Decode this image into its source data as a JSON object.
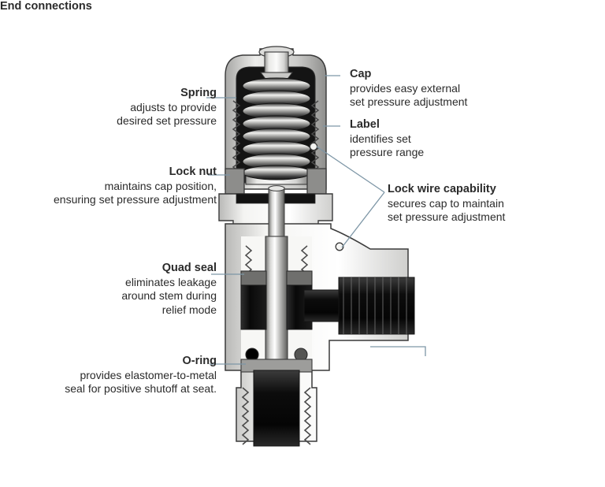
{
  "figure": {
    "subject": "relief-valve-cross-section",
    "background_color": "#ffffff",
    "leader_line_color": "#7d96a6",
    "text_color": "#2b2b2b"
  },
  "callouts": {
    "spring": {
      "title": "Spring",
      "description": "adjusts to provide\ndesired set pressure",
      "align": "right"
    },
    "lock_nut": {
      "title": "Lock nut",
      "description": "maintains cap position,\nensuring set pressure adjustment",
      "align": "right"
    },
    "quad_seal": {
      "title": "Quad seal",
      "description": "eliminates leakage\naround stem during\nrelief mode",
      "align": "right"
    },
    "o_ring": {
      "title": "O-ring",
      "description": "provides elastomer-to-metal\nseal for positive shutoff at seat.",
      "align": "right"
    },
    "cap": {
      "title": "Cap",
      "description": "provides easy external\nset pressure adjustment",
      "align": "left"
    },
    "label": {
      "title": "Label",
      "description": "identifies set\npressure range",
      "align": "left"
    },
    "lock_wire": {
      "title": "Lock wire capability",
      "description": "secures cap to maintain\nset pressure adjustment",
      "align": "left"
    },
    "end_connections": {
      "title": "End connections",
      "description": "",
      "align": "left"
    }
  },
  "colors": {
    "metal_light": "#e8e8e6",
    "metal_mid": "#bdbdbb",
    "metal_dark": "#8f8f8d",
    "black_part": "#101010",
    "outline": "#3a3a3a"
  }
}
